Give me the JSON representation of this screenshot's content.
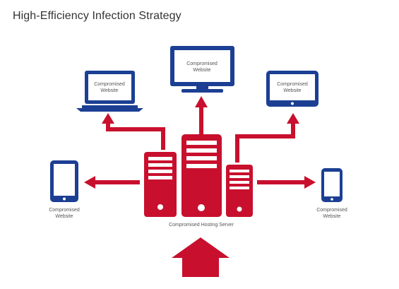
{
  "title": "High-Efficiency Infection Strategy",
  "colors": {
    "device_blue": "#1c3f94",
    "server_red": "#c8102e",
    "text_gray": "#555555"
  },
  "devices": [
    {
      "id": "laptop",
      "icon": "laptop-icon",
      "label_line1": "Compromised",
      "label_line2": "Website"
    },
    {
      "id": "monitor",
      "icon": "monitor-icon",
      "label_line1": "Compromised",
      "label_line2": "Website"
    },
    {
      "id": "tablet-landscape",
      "icon": "tablet-icon",
      "label_line1": "Compromised",
      "label_line2": "Website"
    },
    {
      "id": "tablet-portrait",
      "icon": "tablet-icon",
      "label_line1": "Compromised",
      "label_line2": "Website"
    },
    {
      "id": "phone",
      "icon": "phone-icon",
      "label_line1": "Compromised",
      "label_line2": "Website"
    }
  ],
  "server": {
    "icon": "server-icon",
    "label": "Compromised Hosting Server"
  },
  "attacker_icon": "home-arrow-icon"
}
